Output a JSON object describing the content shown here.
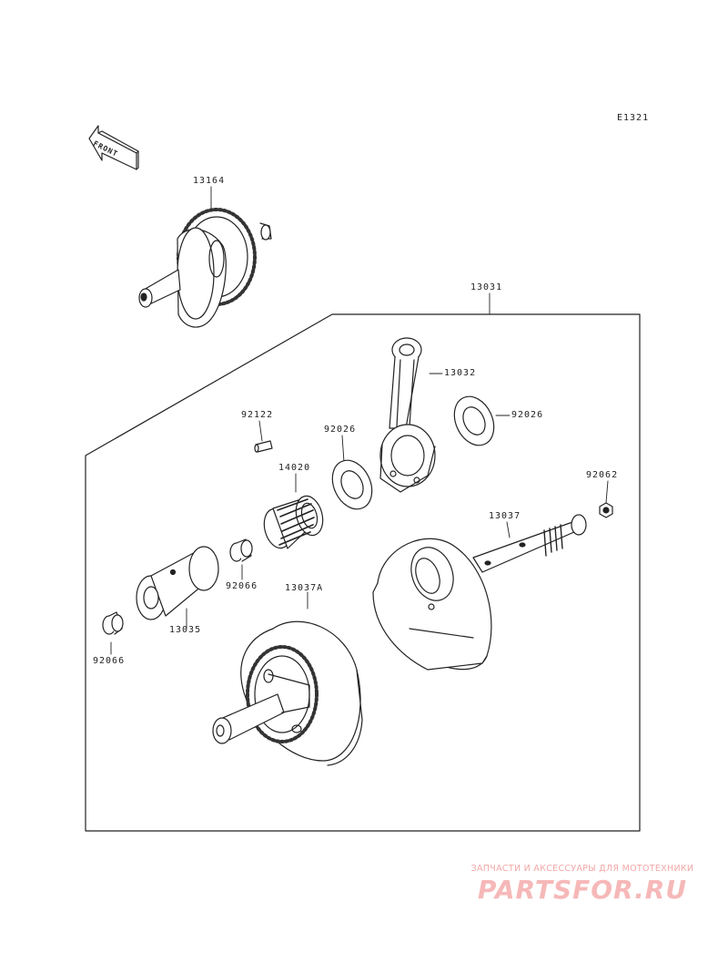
{
  "diagram": {
    "code": "E1321",
    "front_label": "FRONT",
    "parts": {
      "p13164": "13164",
      "p13031": "13031",
      "p13032": "13032",
      "p92026_right": "92026",
      "p92122": "92122",
      "p92026_left": "92026",
      "p14020": "14020",
      "p92062": "92062",
      "p13037": "13037",
      "p92066_mid": "92066",
      "p13037A": "13037A",
      "p13035": "13035",
      "p92066_left": "92066"
    }
  },
  "watermark": {
    "caption": "ЗАПЧАСТИ И АКСЕССУАРЫ ДЛЯ МОТОТЕХНИКИ",
    "logo": "PARTSFOR.RU"
  }
}
